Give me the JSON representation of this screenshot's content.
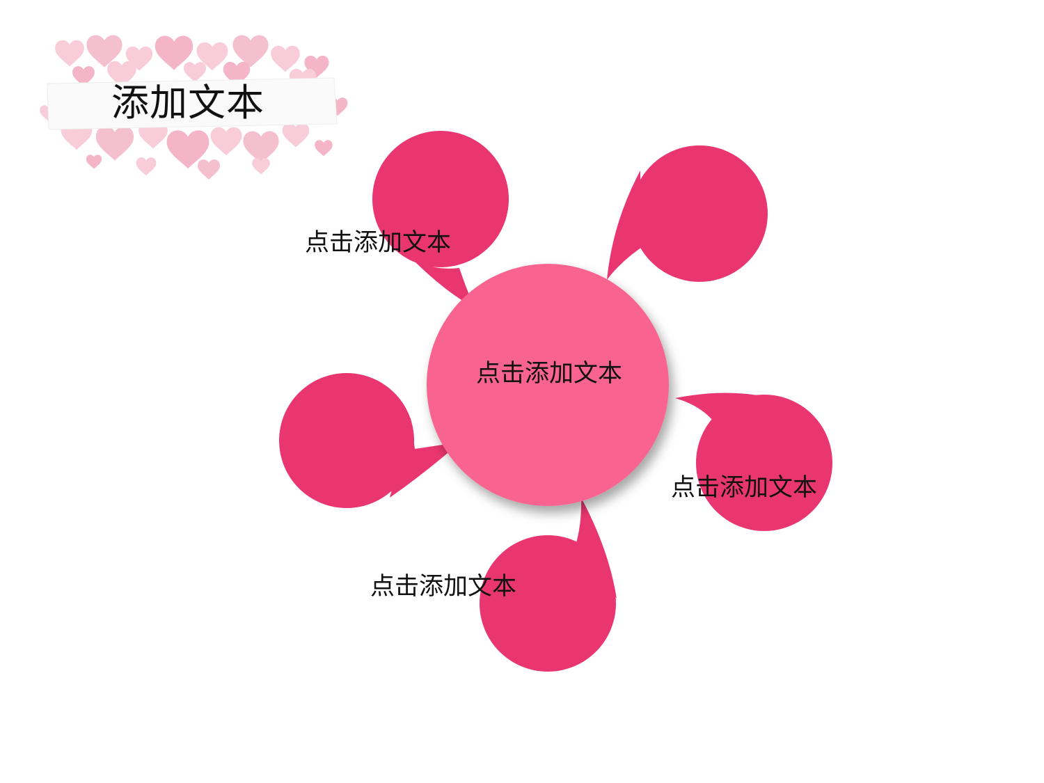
{
  "slide": {
    "title": "添加文本"
  },
  "diagram": {
    "center_label": "点击添加文本",
    "petals": [
      {
        "position": "top-left",
        "label": "点击添加文本"
      },
      {
        "position": "top-right",
        "label": ""
      },
      {
        "position": "left",
        "label": ""
      },
      {
        "position": "right",
        "label": "点击添加文本"
      },
      {
        "position": "bottom",
        "label": "点击添加文本"
      }
    ]
  },
  "colors": {
    "petal": "#EA3670",
    "center": "#F8648F",
    "heart_light": "#F7C4D3",
    "heart_mid": "#F3A9BF",
    "banner": "#FAFAFA"
  }
}
